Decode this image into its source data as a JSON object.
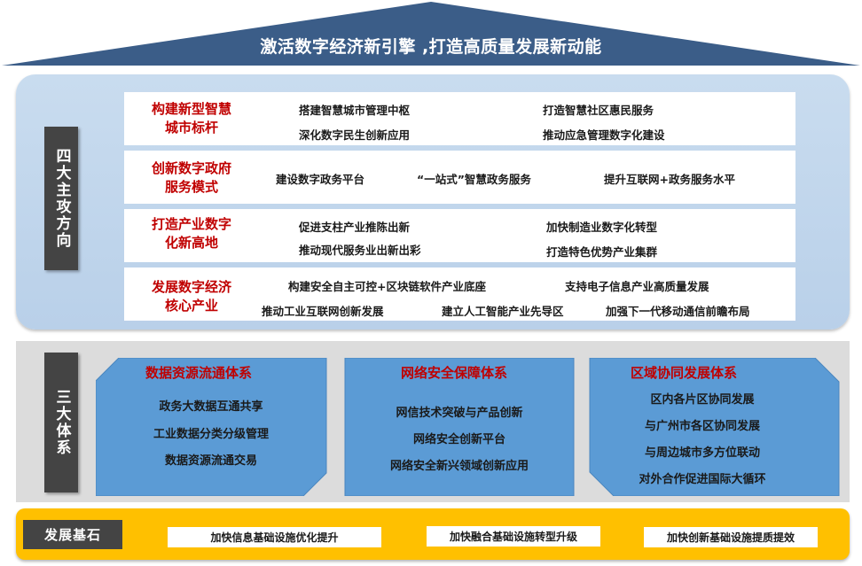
{
  "header": {
    "title": "激活数字经济新引擎 ,打造高质量发展新动能"
  },
  "directions": {
    "label": "四大主攻方向",
    "rows": [
      {
        "title_lines": [
          "构建新型智慧",
          "城市标杆"
        ],
        "items": [
          "搭建智慧城市管理中枢",
          "打造智慧社区惠民服务",
          "深化数字民生创新应用",
          "推动应急管理数字化建设"
        ]
      },
      {
        "title_lines": [
          "创新数字政府",
          "服务模式"
        ],
        "items": [
          "建设数字政务平台",
          "“一站式”智慧政务服务",
          "提升互联网+政务服务水平"
        ]
      },
      {
        "title_lines": [
          "打造产业数字",
          "化新高地"
        ],
        "items": [
          "促进支柱产业推陈出新",
          "加快制造业数字化转型",
          "推动现代服务业出新出彩",
          "打造特色优势产业集群"
        ]
      },
      {
        "title_lines": [
          "发展数字经济",
          "核心产业"
        ],
        "items": [
          "构建安全自主可控+区块链软件产业底座",
          "支持电子信息产业高质量发展",
          "推动工业互联网创新发展",
          "建立人工智能产业先导区",
          "加强下一代移动通信前瞻布局"
        ]
      }
    ]
  },
  "systems": {
    "label": "三大体系",
    "panels": [
      {
        "title": "数据资源流通体系",
        "items": [
          "政务大数据互通共享",
          "工业数据分类分级管理",
          "数据资源流通交易"
        ]
      },
      {
        "title": "网络安全保障体系",
        "items": [
          "网信技术突破与产品创新",
          "网络安全创新平台",
          "网络安全新兴领域创新应用"
        ]
      },
      {
        "title": "区域协同发展体系",
        "items": [
          "区内各片区协同发展",
          "与广州市各区协同发展",
          "与周边城市多方位联动",
          "对外合作促进国际大循环"
        ]
      }
    ]
  },
  "foundation": {
    "label": "发展基石",
    "items": [
      "加快信息基础设施优化提升",
      "加快融合基础设施转型升级",
      "加快创新基础设施提质提效"
    ]
  },
  "colors": {
    "roof": "#3b5d88",
    "accent_red": "#c00000",
    "panel_blue": "#5b9bd5",
    "foundation_yellow": "#ffc000",
    "label_dark": "#444444"
  }
}
